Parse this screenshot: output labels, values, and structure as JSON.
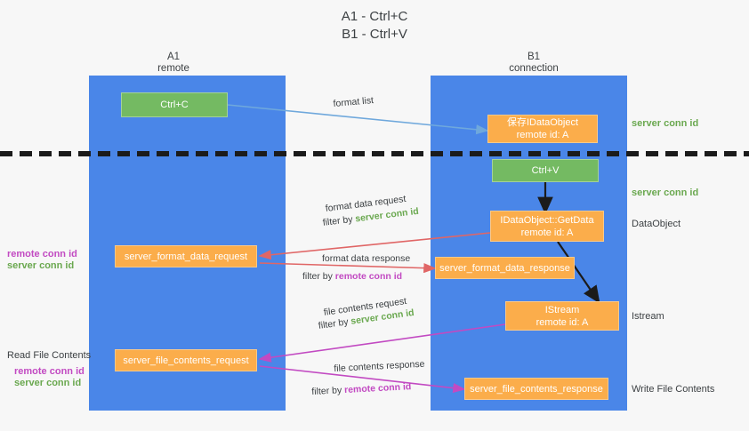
{
  "title": "A1 - Ctrl+C\nB1 - Ctrl+V",
  "colors": {
    "lane": "#4a86e8",
    "green_node": "#74ba62",
    "orange_node": "#fbad4b",
    "server_conn": "#6aa84f",
    "remote_conn": "#c24ac2",
    "text": "#3c4043",
    "background": "#f7f7f7",
    "divider": "#1b1b1b",
    "arrow_blue": "#6fa8dc",
    "arrow_red": "#e06666",
    "arrow_magenta": "#c24ac2",
    "arrow_dark": "#1b1b1b"
  },
  "lanes": [
    {
      "id": "a1",
      "name": "A1",
      "sub": "remote"
    },
    {
      "id": "b1",
      "name": "B1",
      "sub": "connection"
    }
  ],
  "nodes": {
    "ctrl_c": "Ctrl+C",
    "save_idataobject": "保存IDataObject\nremote id: A",
    "ctrl_v": "Ctrl+V",
    "getdata": "IDataObject::GetData\nremote id: A",
    "server_format_data_request": "server_format_data_request",
    "server_format_data_response": "server_format_data_response",
    "istream": "IStream\nremote id: A",
    "server_file_contents_request": "server_file_contents_request",
    "server_file_contents_response": "server_file_contents_response"
  },
  "edge_labels": {
    "format_list": "format list",
    "format_data_request": "format data request",
    "format_data_request_filter_prefix": "filter by ",
    "format_data_request_filter_token": "server conn id",
    "format_data_response": "format data response",
    "format_data_response_filter_prefix": "filter by ",
    "format_data_response_filter_token": "remote conn id",
    "file_contents_request": "file contents request",
    "file_contents_request_filter_prefix": "filter by ",
    "file_contents_request_filter_token": "server conn id",
    "file_contents_response": "file contents response",
    "file_contents_response_filter_prefix": "filter by ",
    "file_contents_response_filter_token": "remote conn id"
  },
  "right_labels": {
    "server_conn_id_top": "server conn id",
    "server_conn_id_mid": "server conn id",
    "dataobject": "DataObject",
    "istream": "Istream",
    "write_file_contents": "Write File Contents"
  },
  "left_labels": {
    "remote_conn_id_1": "remote conn id",
    "server_conn_id_1": "server conn id",
    "read_file_contents": "Read File Contents",
    "remote_conn_id_2": "remote conn id",
    "server_conn_id_2": "server conn id"
  }
}
